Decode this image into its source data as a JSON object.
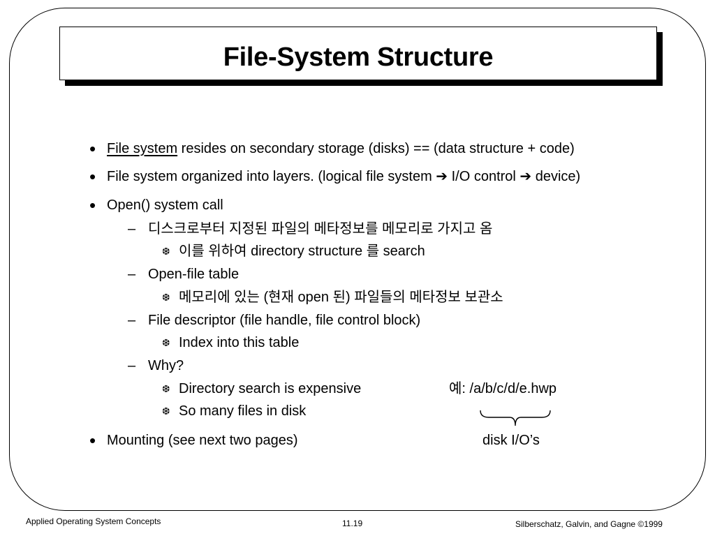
{
  "title": "File-System Structure",
  "bullets": {
    "b1": {
      "underlined": "File system",
      "rest": " resides on secondary storage (disks)  ==  (data structure + code)"
    },
    "b2": {
      "part1": "File system organized into layers. (logical file system ",
      "arrow1": "➔",
      "part2": " I/O control ",
      "arrow2": "➔",
      "part3": " device)"
    },
    "b3": {
      "text": "Open()  system call"
    },
    "s1": {
      "text": "디스크로부터 지정된 파일의 메타정보를 메모리로 가지고 옴"
    },
    "s1a": {
      "text": "이를 위하여 directory structure 를 search"
    },
    "s2": {
      "text": "Open-file table"
    },
    "s2a": {
      "text": "메모리에 있는 (현재 open 된)  파일들의 메타정보 보관소"
    },
    "s3": {
      "text": "File descriptor (file handle, file control block)"
    },
    "s3a": {
      "text": "Index into this table"
    },
    "s4": {
      "text": "Why?"
    },
    "s4a": {
      "text": "Directory search is expensive"
    },
    "s4a_example": {
      "text": "예:  /a/b/c/d/e.hwp"
    },
    "s4b": {
      "text": "So many files in disk"
    },
    "b4": {
      "text": "Mounting (see next two pages)"
    },
    "brace_label": "disk I/O’s"
  },
  "glyphs": {
    "bullet": "•",
    "dash": "–",
    "sub_bullet": "❆"
  },
  "footer": {
    "left": "Applied Operating System Concepts",
    "center": "11.19",
    "right": "Silberschatz, Galvin, and Gagne ©1999"
  }
}
